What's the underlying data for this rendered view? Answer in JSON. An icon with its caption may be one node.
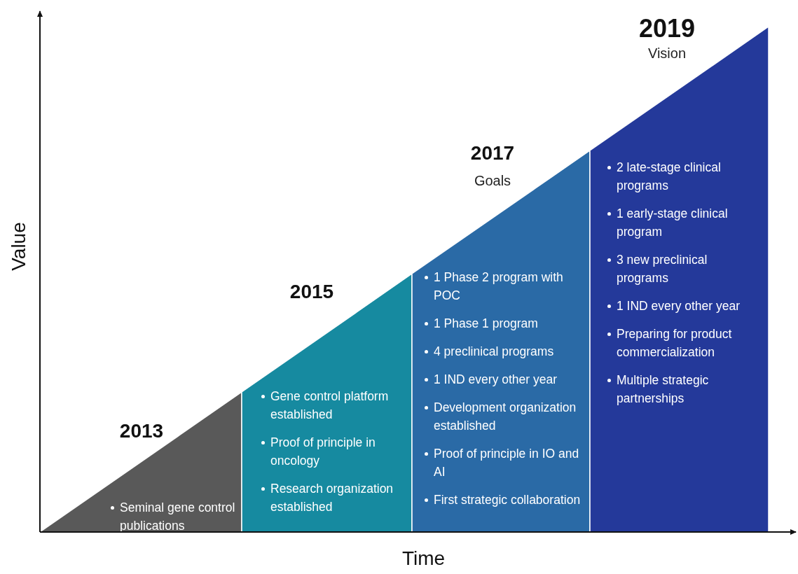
{
  "diagram": {
    "nodes": [
      {
        "text": [
          "2013",
          "Seminal gene control publications"
        ]
      },
      {
        "text": [
          "2015",
          "Gene control platform established",
          "Proof of principle in oncology",
          "Research organization established"
        ]
      },
      {
        "text": [
          "2017",
          "Goals",
          "1 Phase 2 program with POC",
          "1 Phase 1 program",
          "4 preclinical programs",
          "1 IND every other year",
          "Development organization established",
          "Proof of principle in IO and AI",
          "First strategic collaboration"
        ]
      },
      {
        "text": [
          "2019",
          "Vision",
          "2 late-stage clinical programs",
          "1 early-stage clinical program",
          "3 new preclinical programs",
          "1 IND every other year",
          "Preparing for product commercialization",
          "Multiple strategic partnerships"
        ]
      }
    ],
    "labels": [
      "Value",
      "Time"
    ]
  }
}
